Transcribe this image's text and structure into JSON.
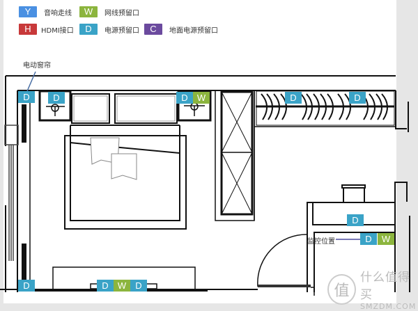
{
  "legend": [
    {
      "code": "Y",
      "label": "音响走线",
      "color": "#4a90e2"
    },
    {
      "code": "W",
      "label": "网线预留口",
      "color": "#8cb53e"
    },
    {
      "code": "H",
      "label": "HDMI接口",
      "color": "#c8393a"
    },
    {
      "code": "D",
      "label": "电源预留口",
      "color": "#3aa3c7"
    },
    {
      "code": "C",
      "label": "地面电源预留口",
      "color": "#6b4a9e"
    }
  ],
  "annotations": {
    "curtain": "电动窗帘",
    "monitor": "监控位置"
  },
  "outlets": {
    "curtain_top": "D",
    "nightstand_left": "D",
    "nightstand_right_d": "D",
    "nightstand_right_w": "W",
    "wardrobe_1": "D",
    "wardrobe_2": "D",
    "desk": "D",
    "monitor_d": "D",
    "monitor_w": "W",
    "curtain_bottom": "D",
    "tv_d1": "D",
    "tv_w": "W",
    "tv_d2": "D"
  },
  "watermark": {
    "logo": "值",
    "cn": "什么值得买",
    "en": "SMZDM.COM"
  }
}
